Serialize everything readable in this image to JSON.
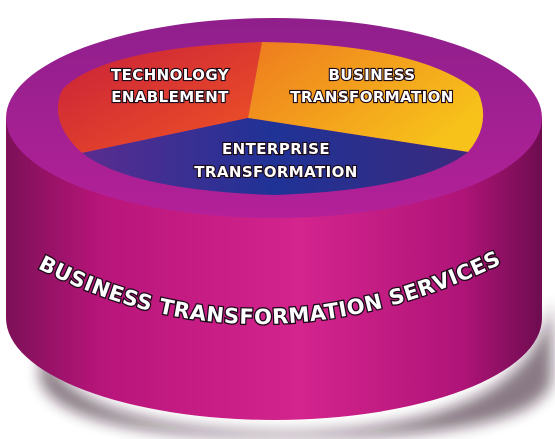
{
  "diagram": {
    "segments": [
      {
        "id": "technology",
        "line1": "TECHNOLOGY",
        "line2": "ENABLEMENT"
      },
      {
        "id": "business",
        "line1": "BUSINESS",
        "line2": "TRANSFORMATION"
      },
      {
        "id": "enterprise",
        "line1": "ENTERPRISE",
        "line2": "TRANSFORMATION"
      }
    ],
    "band_label": "BUSINESS TRANSFORMATION SERVICES",
    "colors": {
      "cylinder_side": "#c0147e",
      "cylinder_rim": "#a51a86",
      "technology": "#e2372a",
      "business": "#f3a11b",
      "enterprise": "#2e2f8a"
    }
  }
}
